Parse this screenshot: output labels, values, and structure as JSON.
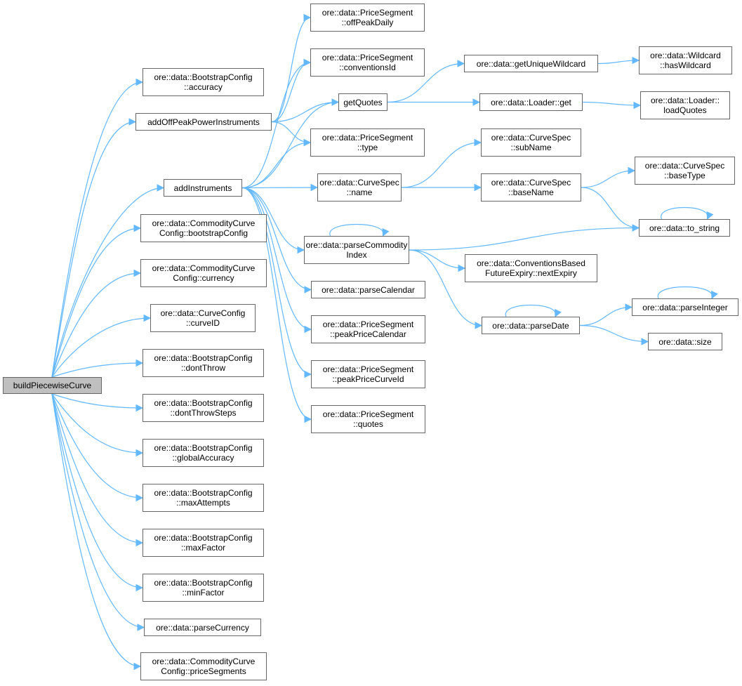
{
  "graph": {
    "edge_color": "#63b8ff",
    "root_fill": "#bfbfbf",
    "nodes": [
      {
        "id": "build",
        "lines": [
          "buildPiecewiseCurve"
        ],
        "root": true
      },
      {
        "id": "accuracy",
        "lines": [
          "ore::data::BootstrapConfig",
          "::accuracy"
        ]
      },
      {
        "id": "addOffPeak",
        "lines": [
          "addOffPeakPowerInstruments"
        ]
      },
      {
        "id": "addInstruments",
        "lines": [
          "addInstruments"
        ]
      },
      {
        "id": "bootstrapConfig",
        "lines": [
          "ore::data::CommodityCurve",
          "Config::bootstrapConfig"
        ]
      },
      {
        "id": "currency",
        "lines": [
          "ore::data::CommodityCurve",
          "Config::currency"
        ]
      },
      {
        "id": "curveID",
        "lines": [
          "ore::data::CurveConfig",
          "::curveID"
        ]
      },
      {
        "id": "dontThrow",
        "lines": [
          "ore::data::BootstrapConfig",
          "::dontThrow"
        ]
      },
      {
        "id": "dontThrowSteps",
        "lines": [
          "ore::data::BootstrapConfig",
          "::dontThrowSteps"
        ]
      },
      {
        "id": "globalAccuracy",
        "lines": [
          "ore::data::BootstrapConfig",
          "::globalAccuracy"
        ]
      },
      {
        "id": "maxAttempts",
        "lines": [
          "ore::data::BootstrapConfig",
          "::maxAttempts"
        ]
      },
      {
        "id": "maxFactor",
        "lines": [
          "ore::data::BootstrapConfig",
          "::maxFactor"
        ]
      },
      {
        "id": "minFactor",
        "lines": [
          "ore::data::BootstrapConfig",
          "::minFactor"
        ]
      },
      {
        "id": "parseCurrency",
        "lines": [
          "ore::data::parseCurrency"
        ]
      },
      {
        "id": "priceSegments",
        "lines": [
          "ore::data::CommodityCurve",
          "Config::priceSegments"
        ]
      },
      {
        "id": "offPeakDaily",
        "lines": [
          "ore::data::PriceSegment",
          "::offPeakDaily"
        ]
      },
      {
        "id": "conventionsId",
        "lines": [
          "ore::data::PriceSegment",
          "::conventionsId"
        ]
      },
      {
        "id": "getQuotes",
        "lines": [
          "getQuotes"
        ]
      },
      {
        "id": "type",
        "lines": [
          "ore::data::PriceSegment",
          "::type"
        ]
      },
      {
        "id": "name",
        "lines": [
          "ore::data::CurveSpec",
          "::name"
        ]
      },
      {
        "id": "parseCommodityIndex",
        "lines": [
          "ore::data::parseCommodity",
          "Index"
        ]
      },
      {
        "id": "parseCalendar",
        "lines": [
          "ore::data::parseCalendar"
        ]
      },
      {
        "id": "peakPriceCalendar",
        "lines": [
          "ore::data::PriceSegment",
          "::peakPriceCalendar"
        ]
      },
      {
        "id": "peakPriceCurveId",
        "lines": [
          "ore::data::PriceSegment",
          "::peakPriceCurveId"
        ]
      },
      {
        "id": "quotes",
        "lines": [
          "ore::data::PriceSegment",
          "::quotes"
        ]
      },
      {
        "id": "getUniqueWildcard",
        "lines": [
          "ore::data::getUniqueWildcard"
        ]
      },
      {
        "id": "loaderGet",
        "lines": [
          "ore::data::Loader::get"
        ]
      },
      {
        "id": "subName",
        "lines": [
          "ore::data::CurveSpec",
          "::subName"
        ]
      },
      {
        "id": "baseName",
        "lines": [
          "ore::data::CurveSpec",
          "::baseName"
        ]
      },
      {
        "id": "nextExpiry",
        "lines": [
          "ore::data::ConventionsBased",
          "FutureExpiry::nextExpiry"
        ]
      },
      {
        "id": "parseDate",
        "lines": [
          "ore::data::parseDate"
        ]
      },
      {
        "id": "hasWildcard",
        "lines": [
          "ore::data::Wildcard",
          "::hasWildcard"
        ]
      },
      {
        "id": "loadQuotes",
        "lines": [
          "ore::data::Loader::",
          "loadQuotes"
        ]
      },
      {
        "id": "baseType",
        "lines": [
          "ore::data::CurveSpec",
          "::baseType"
        ]
      },
      {
        "id": "toString",
        "lines": [
          "ore::data::to_string"
        ]
      },
      {
        "id": "parseInteger",
        "lines": [
          "ore::data::parseInteger"
        ]
      },
      {
        "id": "size",
        "lines": [
          "ore::data::size"
        ]
      }
    ],
    "edges": [
      [
        "build",
        "accuracy"
      ],
      [
        "build",
        "addOffPeak"
      ],
      [
        "build",
        "addInstruments"
      ],
      [
        "build",
        "bootstrapConfig"
      ],
      [
        "build",
        "currency"
      ],
      [
        "build",
        "curveID"
      ],
      [
        "build",
        "dontThrow"
      ],
      [
        "build",
        "dontThrowSteps"
      ],
      [
        "build",
        "globalAccuracy"
      ],
      [
        "build",
        "maxAttempts"
      ],
      [
        "build",
        "maxFactor"
      ],
      [
        "build",
        "minFactor"
      ],
      [
        "build",
        "parseCurrency"
      ],
      [
        "build",
        "priceSegments"
      ],
      [
        "addOffPeak",
        "offPeakDaily"
      ],
      [
        "addOffPeak",
        "conventionsId"
      ],
      [
        "addOffPeak",
        "getQuotes"
      ],
      [
        "addOffPeak",
        "type"
      ],
      [
        "addInstruments",
        "conventionsId"
      ],
      [
        "addInstruments",
        "getQuotes"
      ],
      [
        "addInstruments",
        "type"
      ],
      [
        "addInstruments",
        "name"
      ],
      [
        "addInstruments",
        "parseCommodityIndex"
      ],
      [
        "addInstruments",
        "parseCalendar"
      ],
      [
        "addInstruments",
        "peakPriceCalendar"
      ],
      [
        "addInstruments",
        "peakPriceCurveId"
      ],
      [
        "addInstruments",
        "quotes"
      ],
      [
        "getQuotes",
        "getUniqueWildcard"
      ],
      [
        "getQuotes",
        "loaderGet"
      ],
      [
        "getUniqueWildcard",
        "hasWildcard"
      ],
      [
        "loaderGet",
        "loadQuotes"
      ],
      [
        "name",
        "subName"
      ],
      [
        "name",
        "baseName"
      ],
      [
        "baseName",
        "baseType"
      ],
      [
        "baseName",
        "toString"
      ],
      [
        "parseCommodityIndex",
        "parseCommodityIndex"
      ],
      [
        "parseCommodityIndex",
        "toString"
      ],
      [
        "parseCommodityIndex",
        "nextExpiry"
      ],
      [
        "parseCommodityIndex",
        "parseDate"
      ],
      [
        "toString",
        "toString"
      ],
      [
        "parseDate",
        "parseDate"
      ],
      [
        "parseDate",
        "parseInteger"
      ],
      [
        "parseDate",
        "size"
      ],
      [
        "parseInteger",
        "parseInteger"
      ]
    ]
  }
}
